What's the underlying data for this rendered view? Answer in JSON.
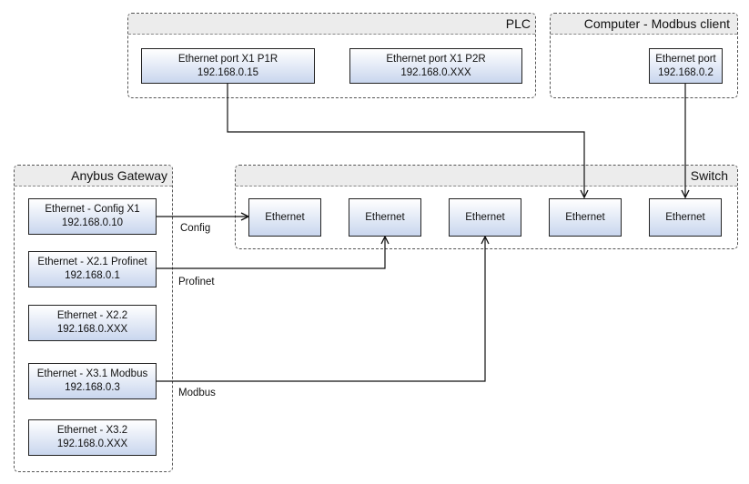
{
  "groups": {
    "plc": {
      "title": "PLC"
    },
    "computer": {
      "title": "Computer - Modbus client"
    },
    "gateway": {
      "title": "Anybus Gateway"
    },
    "switch": {
      "title": "Switch"
    }
  },
  "plc_ports": [
    {
      "name": "Ethernet port  X1 P1R",
      "ip": "192.168.0.15"
    },
    {
      "name": "Ethernet port  X1 P2R",
      "ip": "192.168.0.XXX"
    }
  ],
  "computer_port": {
    "name": "Ethernet port",
    "ip": "192.168.0.2"
  },
  "gateway_ports": [
    {
      "name": "Ethernet - Config X1",
      "ip": "192.168.0.10"
    },
    {
      "name": "Ethernet - X2.1 Profinet",
      "ip": "192.168.0.1"
    },
    {
      "name": "Ethernet - X2.2",
      "ip": "192.168.0.XXX"
    },
    {
      "name": "Ethernet - X3.1 Modbus",
      "ip": "192.168.0.3"
    },
    {
      "name": "Ethernet - X3.2",
      "ip": "192.168.0.XXX"
    }
  ],
  "switch_ports": [
    "Ethernet",
    "Ethernet",
    "Ethernet",
    "Ethernet",
    "Ethernet"
  ],
  "connections": {
    "config_label": "Config",
    "profinet_label": "Profinet",
    "modbus_label": "Modbus"
  }
}
